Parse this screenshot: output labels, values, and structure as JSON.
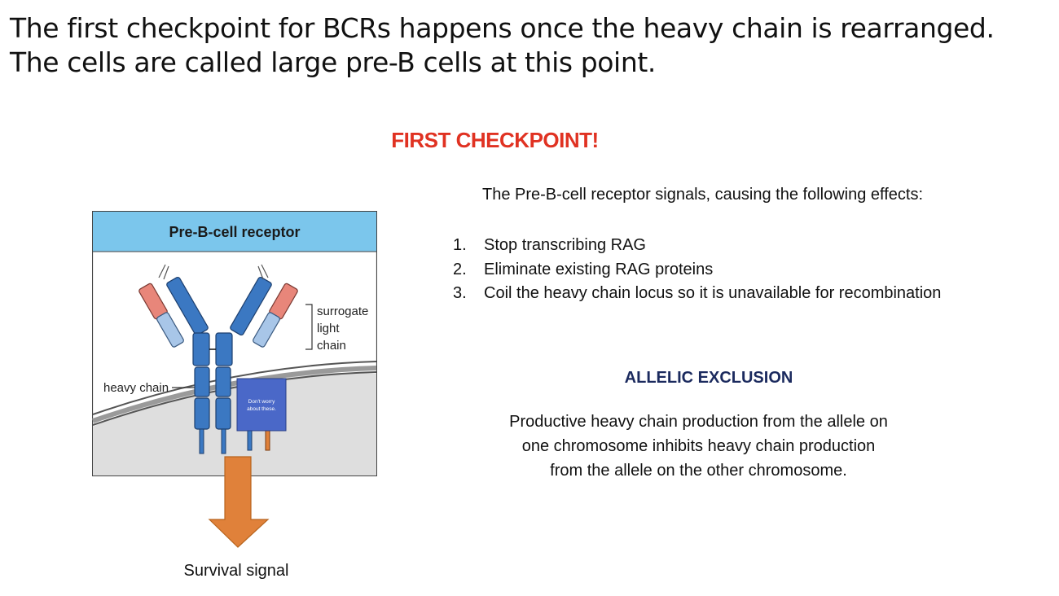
{
  "slide": {
    "title_line1": "The first checkpoint for BCRs happens once the heavy chain is rearranged.",
    "title_line2": "The cells are called large pre-B cells at this point.",
    "checkpoint_heading": "FIRST CHECKPOINT!",
    "intro": "The Pre-B-cell receptor signals, causing the following effects:",
    "effects": [
      {
        "num": "1.",
        "text": "Stop transcribing RAG"
      },
      {
        "num": "2.",
        "text": "Eliminate existing RAG proteins"
      },
      {
        "num": "3.",
        "text": "Coil the heavy chain locus so it is unavailable for recombination"
      }
    ],
    "allelic_heading": "ALLELIC EXCLUSION",
    "allelic_text_line1": "Productive heavy chain production from the allele on",
    "allelic_text_line2": "one chromosome inhibits heavy chain production",
    "allelic_text_line3": "from the allele on the other chromosome.",
    "survival_label": "Survival signal"
  },
  "figure": {
    "header": "Pre-B-cell receptor",
    "label_surrogate_1": "surrogate",
    "label_surrogate_2": "light",
    "label_surrogate_3": "chain",
    "label_heavy_chain": "heavy chain",
    "note_line1": "Don't worry",
    "note_line2": "about these."
  },
  "colors": {
    "checkpoint_red": "#e03222",
    "allelic_navy": "#1b2a5e",
    "header_blue": "#7bc6ec",
    "heavy_chain_blue": "#3b78c2",
    "surrogate_salmon": "#e8867a",
    "surrogate_lightblue": "#a8c6e8",
    "note_box_blue": "#4a68c8",
    "arrow_orange": "#e0813a"
  }
}
